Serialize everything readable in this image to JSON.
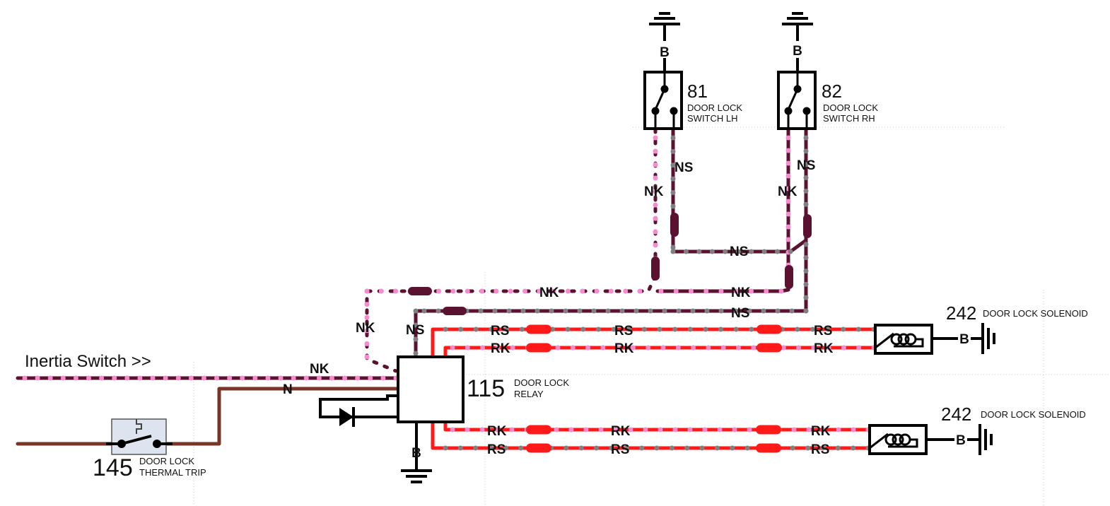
{
  "inertia_label": "Inertia Switch >>",
  "components": {
    "switch_lh": {
      "number": "81",
      "line1": "DOOR LOCK",
      "line2": "SWITCH LH",
      "ground": "B"
    },
    "switch_rh": {
      "number": "82",
      "line1": "DOOR LOCK",
      "line2": "SWITCH RH",
      "ground": "B"
    },
    "relay": {
      "number": "115",
      "line1": "DOOR LOCK",
      "line2": "RELAY",
      "ground": "B"
    },
    "solenoid_upper": {
      "number": "242",
      "label": "DOOR LOCK SOLENOID",
      "ground": "B"
    },
    "solenoid_lower": {
      "number": "242",
      "label": "DOOR LOCK SOLENOID",
      "ground": "B"
    },
    "thermal_trip": {
      "number": "145",
      "line1": "DOOR LOCK",
      "line2": "THERMAL TRIP"
    }
  },
  "wire_codes": {
    "nk": "NK",
    "ns": "NS",
    "n": "N",
    "rs": "RS",
    "rk": "RK"
  },
  "colors": {
    "maroon": "#5a1230",
    "brown": "#7a3528",
    "red": "#ff1a1a",
    "pink_dot": "#f78bd0",
    "gray_dot": "#808080",
    "black": "#000000"
  }
}
